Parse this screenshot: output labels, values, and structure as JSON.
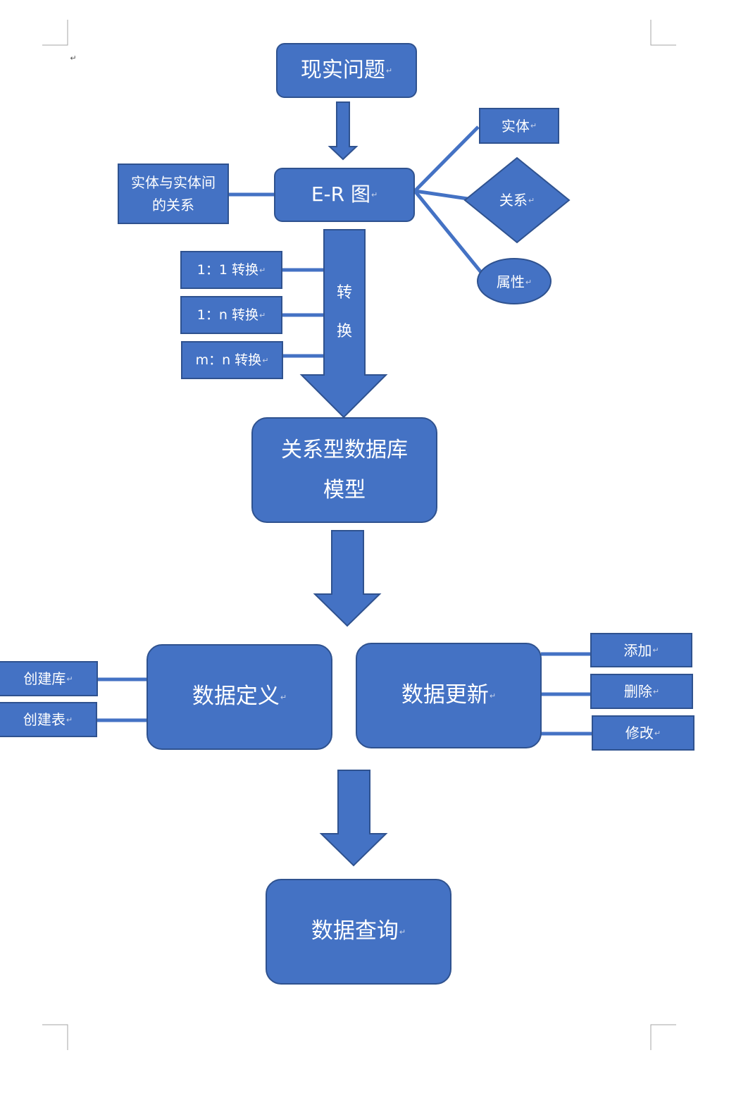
{
  "diagram": {
    "top": "现实问题",
    "er": "E-R 图",
    "entity_relation": "实体与实体间\n的关系",
    "entity": "实体",
    "relation": "关系",
    "attribute": "属性",
    "convert_1_1": "1：1 转换",
    "convert_1_n": "1：n 转换",
    "convert_m_n": "m：n 转换",
    "convert_arrow": "转\n\n换",
    "rdb_model": "关系型数据库\n模型",
    "data_def": "数据定义",
    "data_update": "数据更新",
    "create_db": "创建库",
    "create_table": "创建表",
    "add": "添加",
    "delete": "删除",
    "modify": "修改",
    "data_query": "数据查询",
    "paragraph_mark": "↵"
  },
  "colors": {
    "fill": "#4472c4",
    "border": "#2f528f",
    "text": "#ffffff",
    "crop": "#a6a6a6"
  }
}
